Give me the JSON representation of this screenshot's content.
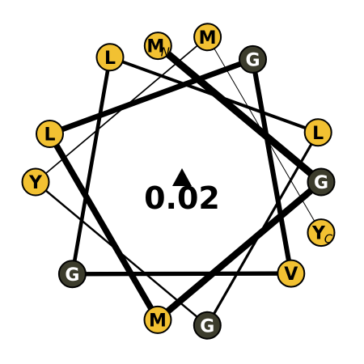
{
  "helical_wheel": {
    "hydrophobic_moment": "0.02",
    "colors": {
      "hydrophobic": "#f2c132",
      "glycine": "#3c3c2c",
      "edge": "#000000",
      "label_dark": "#000000",
      "label_light": "#ffffff"
    },
    "residues": [
      {
        "letter": "M",
        "terminus": "N",
        "kind": "hydrophobic"
      },
      {
        "letter": "G",
        "terminus": "",
        "kind": "glycine"
      },
      {
        "letter": "M",
        "terminus": "",
        "kind": "hydrophobic"
      },
      {
        "letter": "L",
        "terminus": "",
        "kind": "hydrophobic"
      },
      {
        "letter": "G",
        "terminus": "",
        "kind": "glycine"
      },
      {
        "letter": "V",
        "terminus": "",
        "kind": "hydrophobic"
      },
      {
        "letter": "G",
        "terminus": "",
        "kind": "glycine"
      },
      {
        "letter": "L",
        "terminus": "",
        "kind": "hydrophobic"
      },
      {
        "letter": "L",
        "terminus": "",
        "kind": "hydrophobic"
      },
      {
        "letter": "G",
        "terminus": "",
        "kind": "glycine"
      },
      {
        "letter": "Y",
        "terminus": "",
        "kind": "hydrophobic"
      },
      {
        "letter": "M",
        "terminus": "",
        "kind": "hydrophobic"
      },
      {
        "letter": "Y",
        "terminus": "C",
        "kind": "hydrophobic"
      }
    ]
  }
}
